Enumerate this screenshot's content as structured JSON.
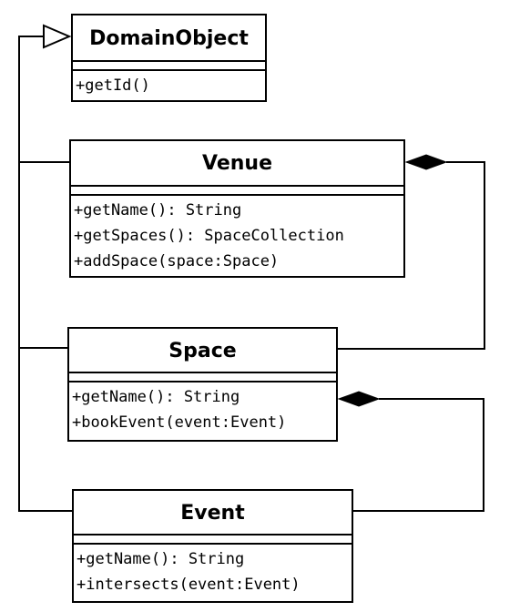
{
  "classes": {
    "domain_object": {
      "name": "DomainObject",
      "methods": [
        "+getId()"
      ]
    },
    "venue": {
      "name": "Venue",
      "methods": [
        "+getName(): String",
        "+getSpaces(): SpaceCollection",
        "+addSpace(space:Space)"
      ]
    },
    "space": {
      "name": "Space",
      "methods": [
        "+getName(): String",
        "+bookEvent(event:Event)"
      ]
    },
    "event": {
      "name": "Event",
      "methods": [
        "+getName(): String",
        "+intersects(event:Event)"
      ]
    }
  }
}
